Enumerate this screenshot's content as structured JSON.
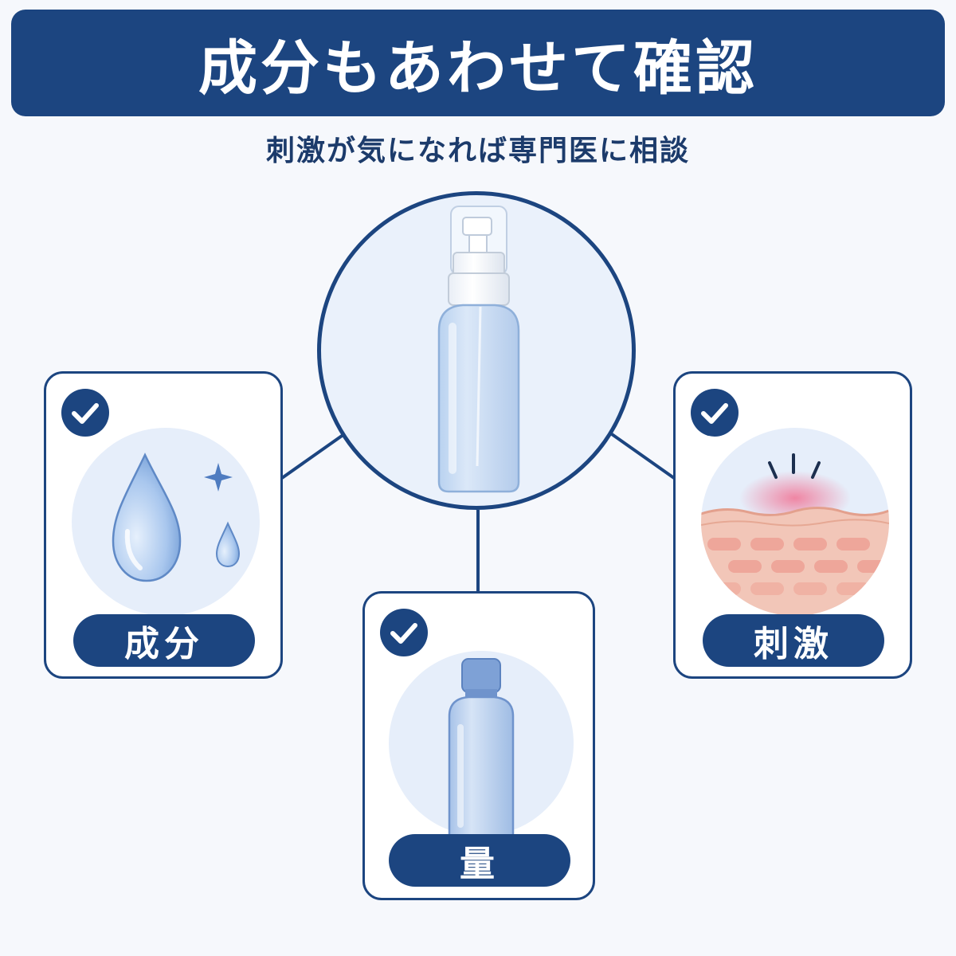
{
  "title": "成分もあわせて確認",
  "subtitle": "刺激が気になれば専門医に相談",
  "center": {
    "icon": "spray-bottle-icon"
  },
  "cards": [
    {
      "id": "ingredients",
      "label": "成分",
      "icon": "water-drop-icon",
      "checked": true
    },
    {
      "id": "amount",
      "label": "量",
      "icon": "bottle-icon",
      "checked": true
    },
    {
      "id": "irritation",
      "label": "刺激",
      "icon": "skin-irritation-icon",
      "checked": true
    }
  ],
  "colors": {
    "navy": "#1c4580",
    "background": "#f6f8fc",
    "light_blue": "#e6eefa",
    "bottle_blue": "#c9dcf4",
    "skin": "#f2c6b8",
    "irritation": "#f07a9a"
  }
}
